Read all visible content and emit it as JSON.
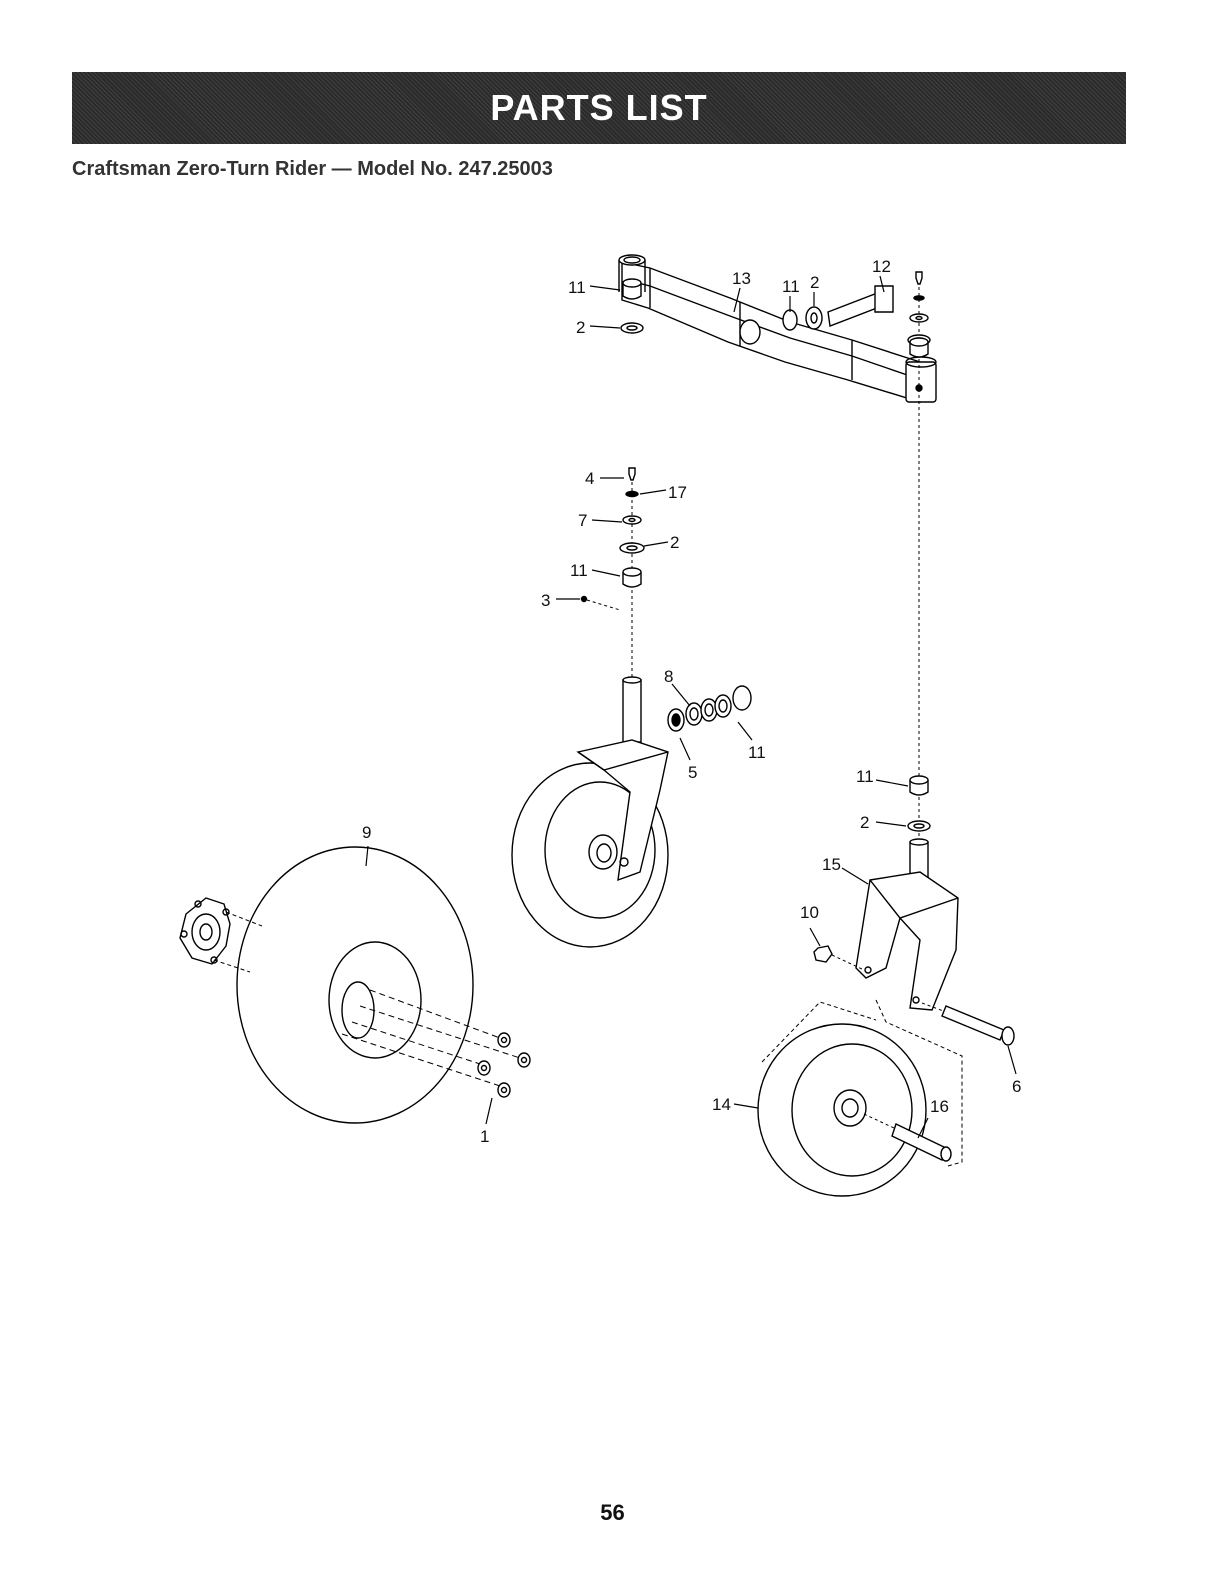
{
  "header": {
    "title": "PARTS LIST",
    "subtitle": "Craftsman Zero-Turn Rider — Model No. 247.25003"
  },
  "callouts": {
    "c1": "1",
    "c2a": "2",
    "c2b": "2",
    "c2c": "2",
    "c2d": "2",
    "c3": "3",
    "c4": "4",
    "c5": "5",
    "c6": "6",
    "c7": "7",
    "c8": "8",
    "c9": "9",
    "c10": "10",
    "c11a": "11",
    "c11b": "11",
    "c11c": "11",
    "c11d": "11",
    "c11e": "11",
    "c12": "12",
    "c13": "13",
    "c14": "14",
    "c15": "15",
    "c16": "16",
    "c17": "17"
  },
  "footer": {
    "page_number": "56"
  }
}
